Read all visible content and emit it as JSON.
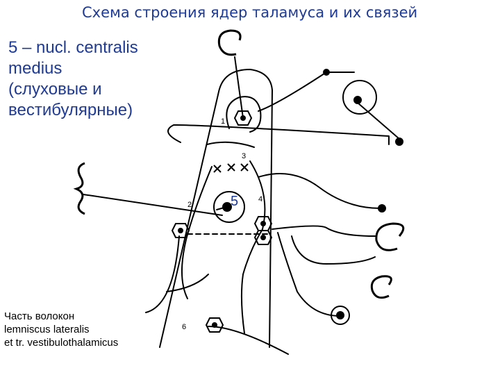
{
  "title": "Схема строения ядер таламуса и их связей",
  "note": {
    "line1": "5 – nucl. centralis",
    "line2": "medius",
    "line3": "(слуховые и",
    "line4": "вестибулярные)"
  },
  "caption": {
    "line1": "Часть волокон",
    "line2": "lemniscus lateralis",
    "line3": "et tr. vestibulothalamicus"
  },
  "labels": {
    "n1": "1",
    "n2": "2",
    "n3": "3",
    "n4": "4",
    "n5": "5",
    "n6": "6"
  },
  "colors": {
    "title_text": "#1f3a93",
    "lines": "#000000"
  }
}
